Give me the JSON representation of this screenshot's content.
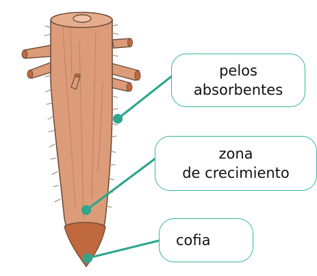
{
  "labels": {
    "pelos": {
      "line1": "pelos",
      "line2": "absorbentes"
    },
    "zona": {
      "line1": "zona",
      "line2": "de crecimiento"
    },
    "cofia": {
      "line1": "cofia"
    }
  },
  "colors": {
    "root_body": "#dc9c79",
    "root_outline": "#6d4d3c",
    "root_cap": "#c0683e",
    "root_hairs": "#9c7a68",
    "connector": "#2fa58d",
    "box_border": "#33b49c"
  }
}
